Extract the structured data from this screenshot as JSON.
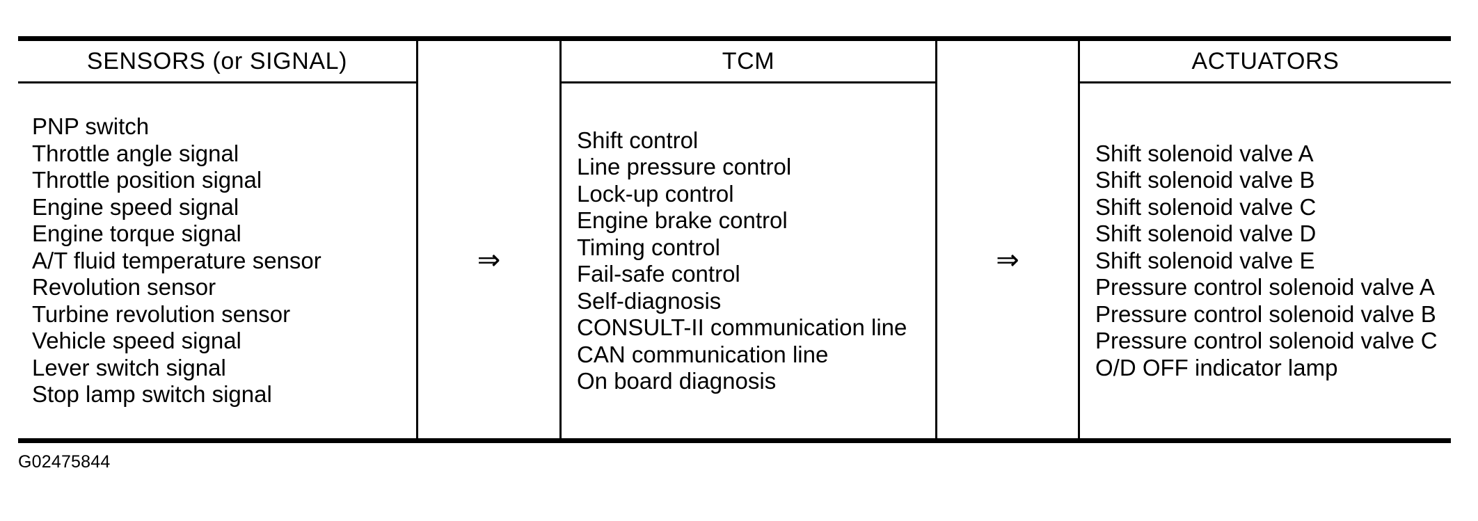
{
  "figure": {
    "caption": "G02475844",
    "arrow_glyph": "⇒",
    "line_color": "#000000",
    "background_color": "#ffffff"
  },
  "columns": {
    "sensors": {
      "header": "SENSORS (or SIGNAL)",
      "items": [
        "PNP switch",
        "Throttle angle signal",
        "Throttle position signal",
        "Engine speed signal",
        "Engine torque signal",
        "A/T fluid temperature sensor",
        "Revolution sensor",
        "Turbine revolution sensor",
        "Vehicle speed signal",
        "Lever switch signal",
        "Stop lamp switch signal"
      ]
    },
    "tcm": {
      "header": "TCM",
      "items": [
        "Shift control",
        "Line pressure control",
        "Lock-up control",
        "Engine brake control",
        "Timing control",
        "Fail-safe control",
        "Self-diagnosis",
        "CONSULT-II communication line",
        "CAN communication line",
        "On board diagnosis"
      ]
    },
    "actuators": {
      "header": "ACTUATORS",
      "items": [
        "Shift solenoid valve A",
        "Shift solenoid valve B",
        "Shift solenoid valve C",
        "Shift solenoid valve D",
        "Shift solenoid valve E",
        "Pressure control solenoid valve A",
        "Pressure control solenoid valve B",
        "Pressure control solenoid valve C",
        "O/D OFF indicator lamp"
      ]
    }
  }
}
